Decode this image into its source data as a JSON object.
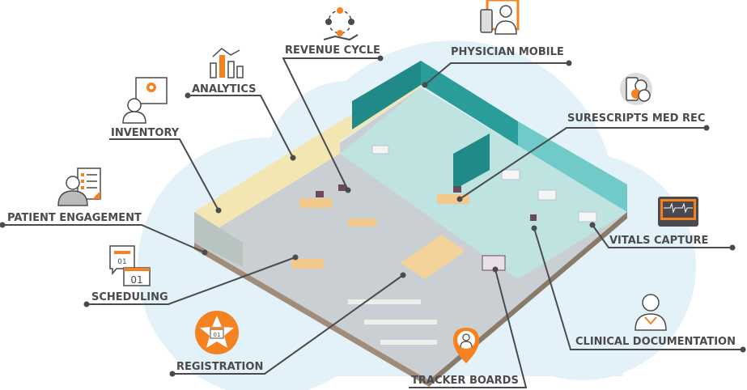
{
  "colors": {
    "accent": "#f58220",
    "cloud": "#e3f2f8",
    "label": "#4a4a4f",
    "teal": "#2a9d9a",
    "wall_yellow": "#f3e6b3"
  },
  "labels": {
    "revenue_cycle": "REVENUE CYCLE",
    "physician_mobile": "PHYSICIAN MOBILE",
    "analytics": "ANALYTICS",
    "inventory": "INVENTORY",
    "surescripts_med_rec": "SURESCRIPTS MED REC",
    "patient_engagement": "PATIENT ENGAGEMENT",
    "vitals_capture": "VITALS CAPTURE",
    "scheduling": "SCHEDULING",
    "clinical_documentation": "CLINICAL DOCUMENTATION",
    "registration": "REGISTRATION",
    "tracker_boards": "TRACKER BOARDS"
  },
  "icons": {
    "revenue_cycle": "hand-money-cycle-icon",
    "physician_mobile": "doctor-phone-icon",
    "analytics": "bar-chart-icon",
    "inventory": "box-gear-icon",
    "surescripts_med_rec": "pills-bottle-icon",
    "patient_engagement": "person-checklist-icon",
    "vitals_capture": "heart-monitor-icon",
    "scheduling": "calendar-icon",
    "clinical_documentation": "nurse-icon",
    "registration": "star-calendar-icon",
    "tracker_boards": "map-pin-person-icon"
  },
  "calendar_day": "01"
}
